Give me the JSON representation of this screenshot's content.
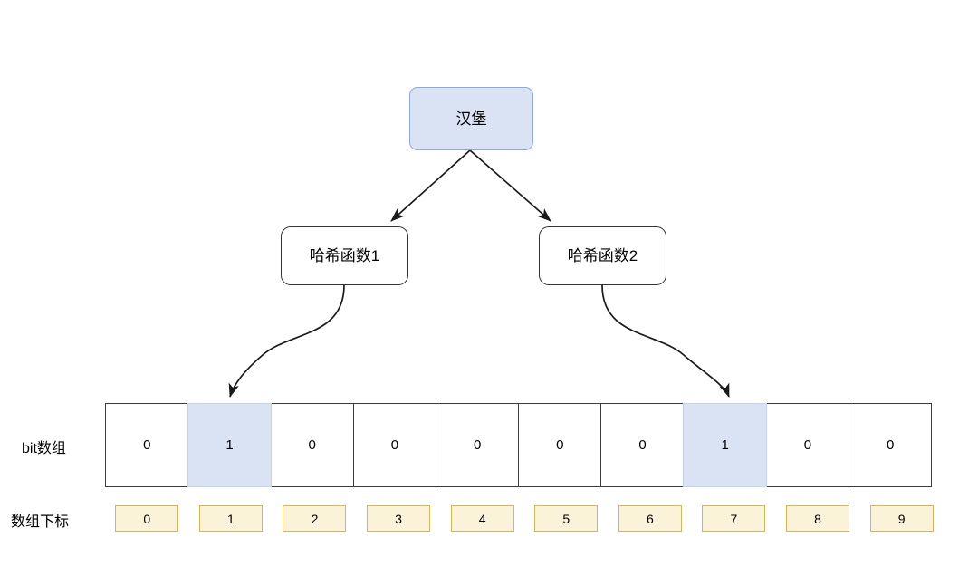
{
  "diagram": {
    "title_node": {
      "label": "汉堡",
      "fill": "#dae3f3",
      "stroke": "#8ea9d8"
    },
    "hash_nodes": [
      {
        "label": "哈希函数1"
      },
      {
        "label": "哈希函数2"
      }
    ],
    "rows": {
      "bit_array_label": "bit数组",
      "index_label": "数组下标"
    },
    "bit_array": {
      "values": [
        "0",
        "1",
        "0",
        "0",
        "0",
        "0",
        "0",
        "1",
        "0",
        "0"
      ],
      "highlighted_indices": [
        1,
        7
      ],
      "highlight_fill": "#dae3f3",
      "cell_fill": "#ffffff",
      "cell_stroke": "#3b3b3b"
    },
    "indices": {
      "values": [
        "0",
        "1",
        "2",
        "3",
        "4",
        "5",
        "6",
        "7",
        "8",
        "9"
      ],
      "fill": "#faf2d9",
      "stroke": "#d6b656"
    },
    "edges": [
      {
        "name": "source-to-hash1",
        "kind": "straight-arrow"
      },
      {
        "name": "source-to-hash2",
        "kind": "straight-arrow"
      },
      {
        "name": "hash1-to-bit1",
        "kind": "curved-arrow"
      },
      {
        "name": "hash2-to-bit7",
        "kind": "curved-arrow"
      }
    ],
    "stroke_color": "#1a1a1a"
  }
}
